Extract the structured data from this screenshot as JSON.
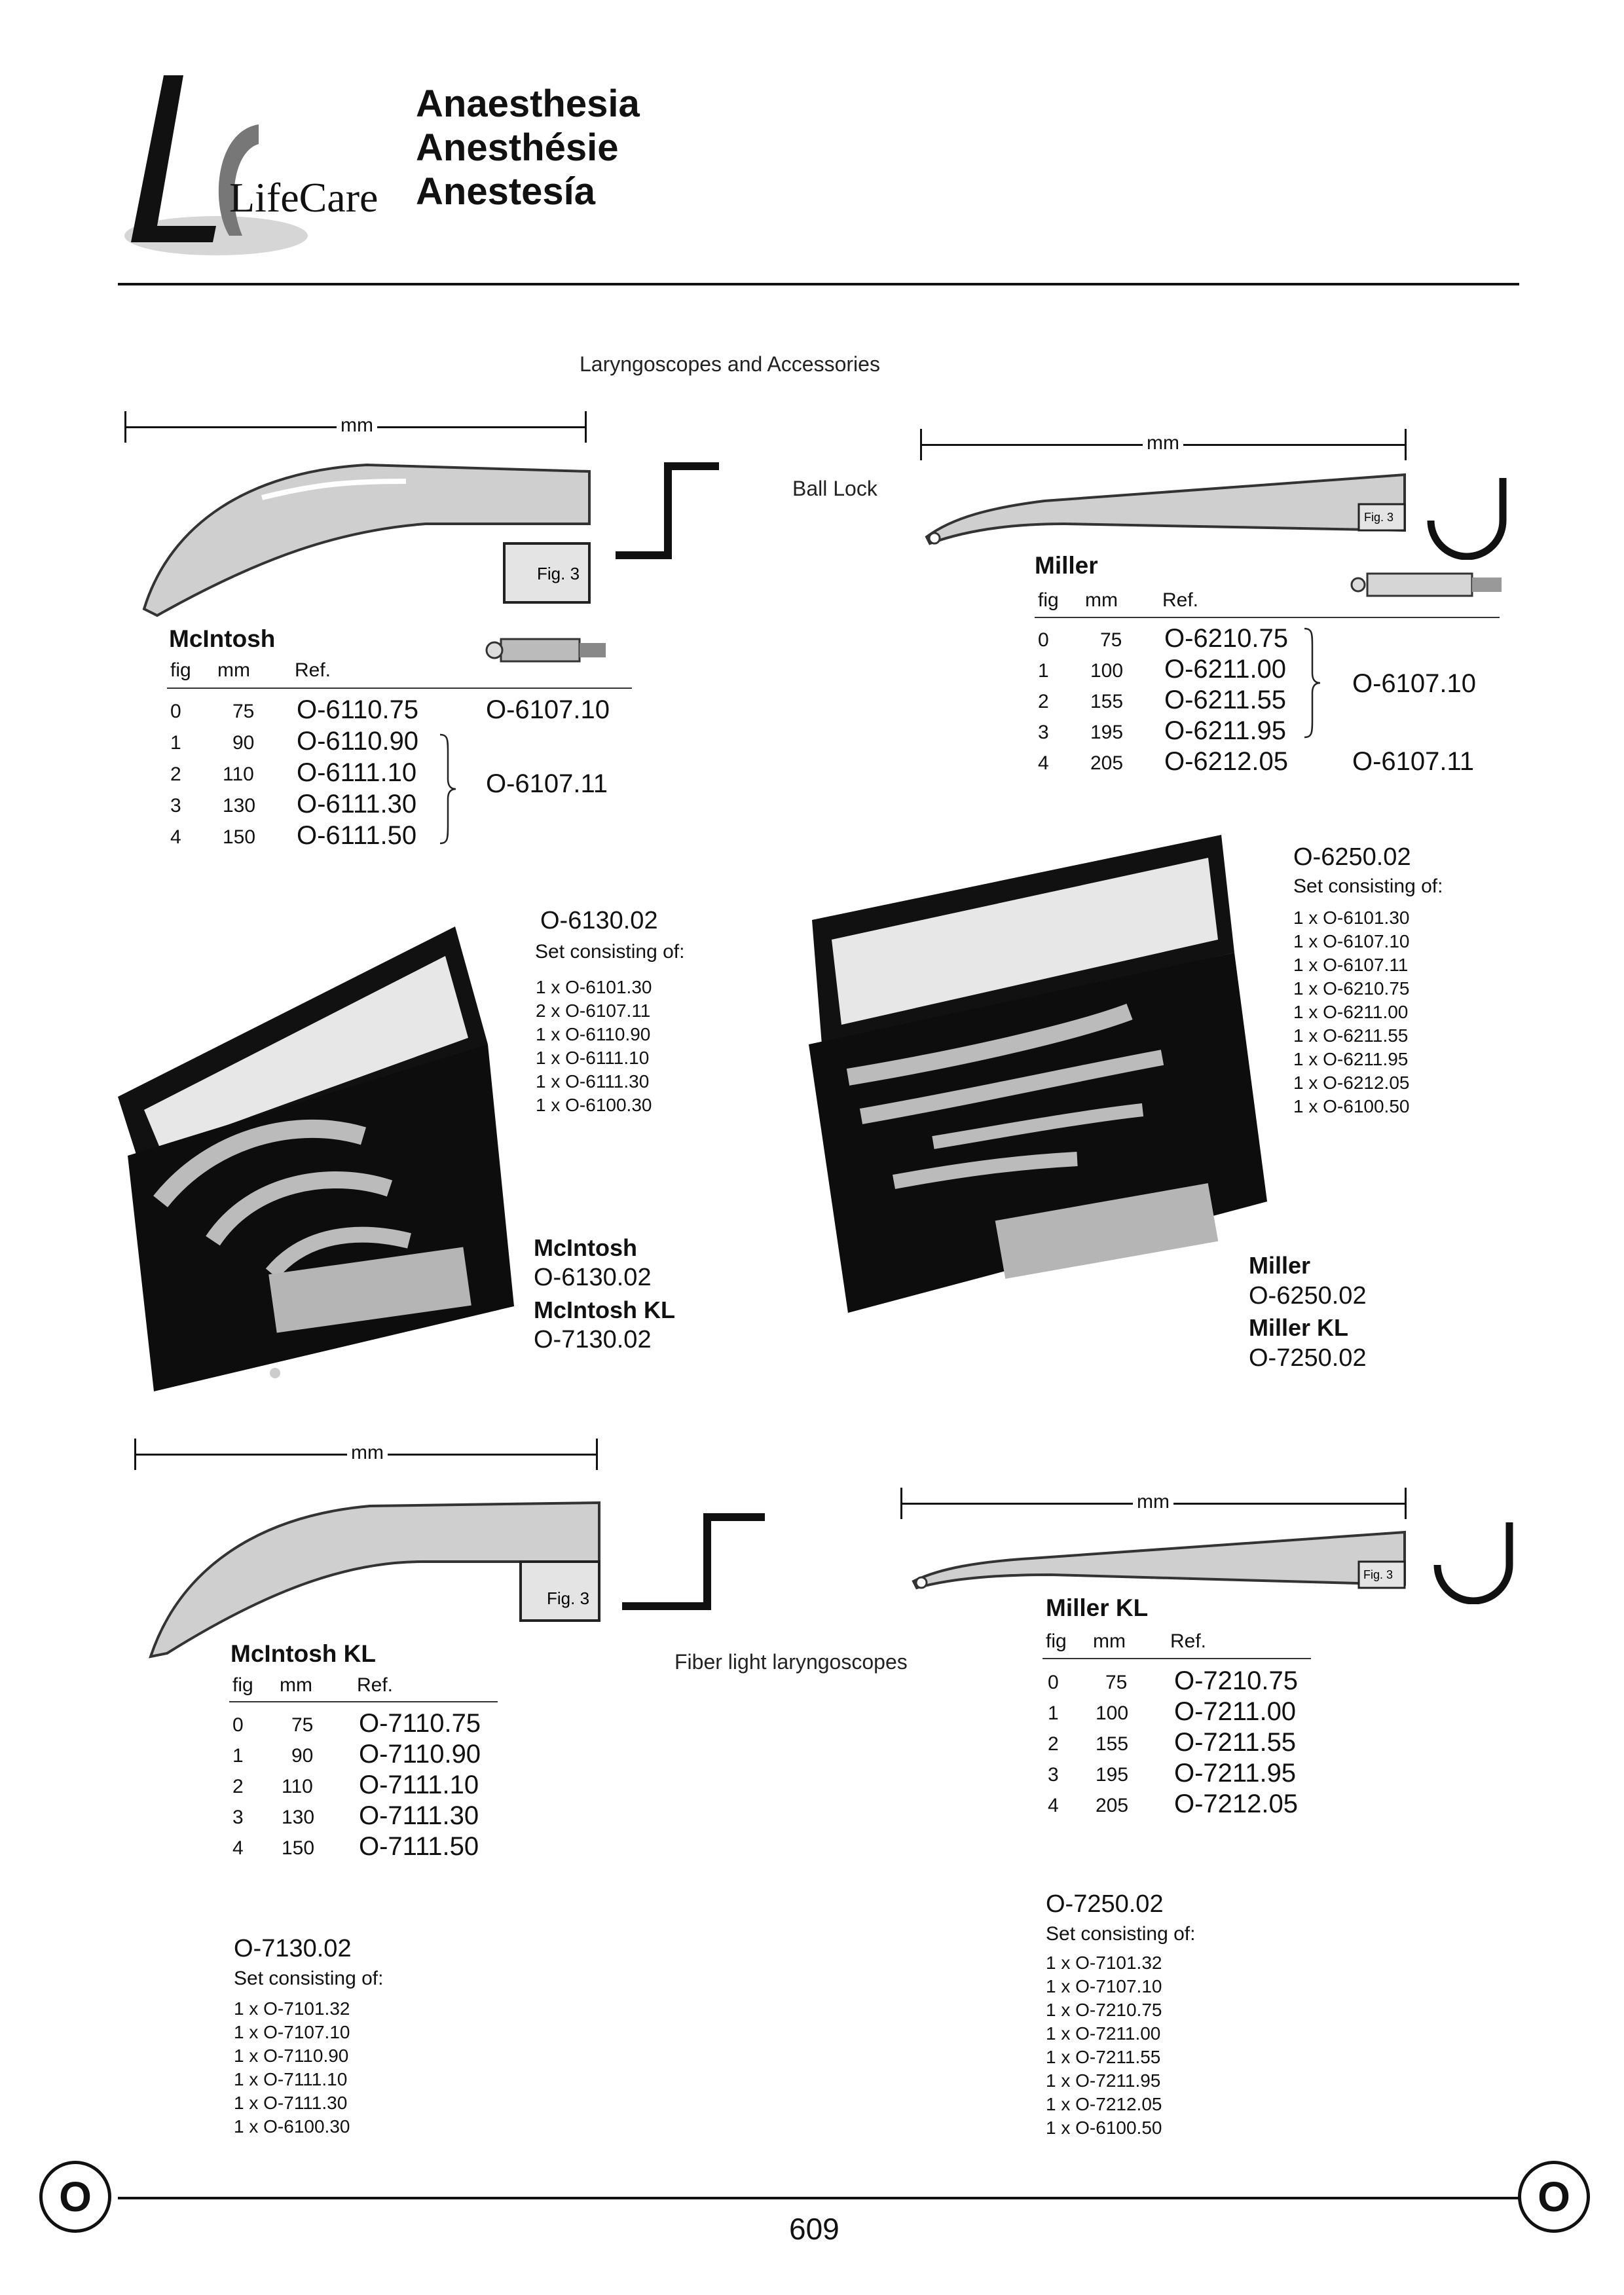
{
  "header": {
    "logo_text": "LifeCare",
    "titles": [
      "Anaesthesia",
      "Anesthésie",
      "Anestesía"
    ]
  },
  "section_title": "Laryngoscopes and Accessories",
  "ball_lock_label": "Ball Lock",
  "fiber_label": "Fiber light laryngoscopes",
  "mm_label": "mm",
  "fig3_label": "Fig. 3",
  "col_headers": {
    "fig": "fig",
    "mm": "mm",
    "ref": "Ref."
  },
  "mcintosh": {
    "title": "McIntosh",
    "rows": [
      {
        "fig": "0",
        "mm": "75",
        "ref": "O-6110.75"
      },
      {
        "fig": "1",
        "mm": "90",
        "ref": "O-6110.90"
      },
      {
        "fig": "2",
        "mm": "110",
        "ref": "O-6111.10"
      },
      {
        "fig": "3",
        "mm": "130",
        "ref": "O-6111.30"
      },
      {
        "fig": "4",
        "mm": "150",
        "ref": "O-6111.50"
      }
    ],
    "bulb_ref_1": "O-6107.10",
    "bulb_ref_2": "O-6107.11"
  },
  "miller": {
    "title": "Miller",
    "rows": [
      {
        "fig": "0",
        "mm": "75",
        "ref": "O-6210.75"
      },
      {
        "fig": "1",
        "mm": "100",
        "ref": "O-6211.00"
      },
      {
        "fig": "2",
        "mm": "155",
        "ref": "O-6211.55"
      },
      {
        "fig": "3",
        "mm": "195",
        "ref": "O-6211.95"
      },
      {
        "fig": "4",
        "mm": "205",
        "ref": "O-6212.05"
      }
    ],
    "bulb_ref_1": "O-6107.10",
    "bulb_ref_2": "O-6107.11"
  },
  "set_mcintosh": {
    "ref": "O-6130.02",
    "subtitle": "Set consisting of:",
    "items": [
      {
        "qty": "1 x",
        "code": "O-6101.30"
      },
      {
        "qty": "2 x",
        "code": "O-6107.11"
      },
      {
        "qty": "1 x",
        "code": "O-6110.90"
      },
      {
        "qty": "1 x",
        "code": "O-6111.10"
      },
      {
        "qty": "1 x",
        "code": "O-6111.30"
      },
      {
        "qty": "1 x",
        "code": "O-6100.30"
      }
    ],
    "name1": "McIntosh",
    "code1": "O-6130.02",
    "name2": "McIntosh KL",
    "code2": "O-7130.02"
  },
  "set_miller": {
    "ref": "O-6250.02",
    "subtitle": "Set consisting of:",
    "items": [
      {
        "qty": "1 x",
        "code": "O-6101.30"
      },
      {
        "qty": "1 x",
        "code": "O-6107.10"
      },
      {
        "qty": "1 x",
        "code": "O-6107.11"
      },
      {
        "qty": "1 x",
        "code": "O-6210.75"
      },
      {
        "qty": "1 x",
        "code": "O-6211.00"
      },
      {
        "qty": "1 x",
        "code": "O-6211.55"
      },
      {
        "qty": "1 x",
        "code": "O-6211.95"
      },
      {
        "qty": "1 x",
        "code": "O-6212.05"
      },
      {
        "qty": "1 x",
        "code": "O-6100.50"
      }
    ],
    "name1": "Miller",
    "code1": "O-6250.02",
    "name2": "Miller KL",
    "code2": "O-7250.02"
  },
  "mcintosh_kl": {
    "title": "McIntosh KL",
    "rows": [
      {
        "fig": "0",
        "mm": "75",
        "ref": "O-7110.75"
      },
      {
        "fig": "1",
        "mm": "90",
        "ref": "O-7110.90"
      },
      {
        "fig": "2",
        "mm": "110",
        "ref": "O-7111.10"
      },
      {
        "fig": "3",
        "mm": "130",
        "ref": "O-7111.30"
      },
      {
        "fig": "4",
        "mm": "150",
        "ref": "O-7111.50"
      }
    ]
  },
  "miller_kl": {
    "title": "Miller KL",
    "rows": [
      {
        "fig": "0",
        "mm": "75",
        "ref": "O-7210.75"
      },
      {
        "fig": "1",
        "mm": "100",
        "ref": "O-7211.00"
      },
      {
        "fig": "2",
        "mm": "155",
        "ref": "O-7211.55"
      },
      {
        "fig": "3",
        "mm": "195",
        "ref": "O-7211.95"
      },
      {
        "fig": "4",
        "mm": "205",
        "ref": "O-7212.05"
      }
    ]
  },
  "set_mcintosh_kl": {
    "ref": "O-7130.02",
    "subtitle": "Set consisting of:",
    "items": [
      {
        "qty": "1 x",
        "code": "O-7101.32"
      },
      {
        "qty": "1 x",
        "code": "O-7107.10"
      },
      {
        "qty": "1 x",
        "code": "O-7110.90"
      },
      {
        "qty": "1 x",
        "code": "O-7111.10"
      },
      {
        "qty": "1 x",
        "code": "O-7111.30"
      },
      {
        "qty": "1 x",
        "code": "O-6100.30"
      }
    ]
  },
  "set_miller_kl": {
    "ref": "O-7250.02",
    "subtitle": "Set consisting of:",
    "items": [
      {
        "qty": "1 x",
        "code": "O-7101.32"
      },
      {
        "qty": "1 x",
        "code": "O-7107.10"
      },
      {
        "qty": "1 x",
        "code": "O-7210.75"
      },
      {
        "qty": "1 x",
        "code": "O-7211.00"
      },
      {
        "qty": "1 x",
        "code": "O-7211.55"
      },
      {
        "qty": "1 x",
        "code": "O-7211.95"
      },
      {
        "qty": "1 x",
        "code": "O-7212.05"
      },
      {
        "qty": "1 x",
        "code": "O-6100.50"
      }
    ]
  },
  "footer": {
    "section_letter": "O",
    "page_number": "609"
  }
}
